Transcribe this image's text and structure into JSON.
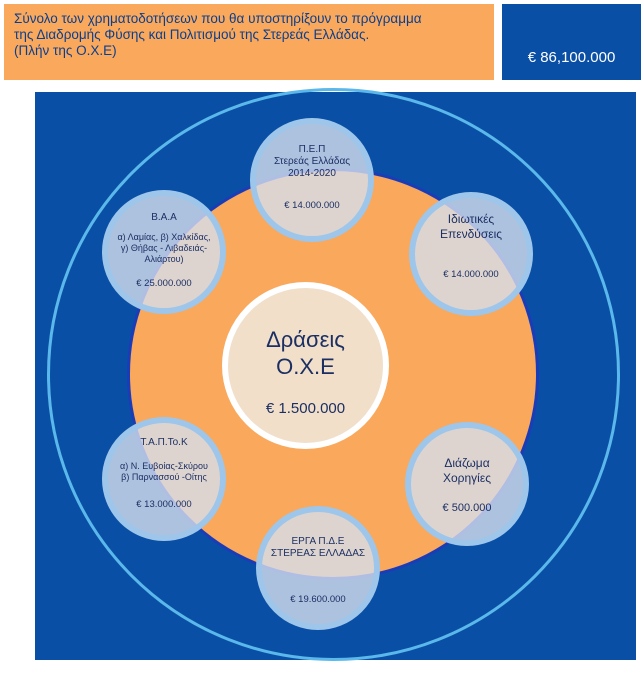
{
  "header": {
    "lines": [
      "Σύνολο των χρηματοδοτήσεων που θα υποστηρίξουν το πρόγραμμα",
      "της Διαδρομής Φύσης και Πολιτισμού της Στερεάς Ελλάδας.",
      "(Πλήν της Ο.Χ.Ε)"
    ],
    "total": "€ 86,100.000"
  },
  "center": {
    "title_line1": "Δράσεις",
    "title_line2": "Ο.Χ.Ε",
    "amount": "€ 1.500.000"
  },
  "nodes": {
    "pep": {
      "line1": "Π.Ε.Π",
      "line2": "Στερεάς Ελλάδας",
      "line3": "2014-2020",
      "amount": "€ 14.000.000"
    },
    "private": {
      "line1": "Ιδιωτικές",
      "line2": "Επενδύσεις",
      "amount": "€ 14.000.000"
    },
    "sponsorship": {
      "line1": "Διάζωμα",
      "line2": "Χορηγίες",
      "amount": "€ 500.000"
    },
    "erga": {
      "line1": "ΕΡΓΑ Π.Δ.Ε",
      "line2": "ΣΤΕΡΕΑΣ ΕΛΛΑΔΑΣ",
      "amount": "€ 19.600.000"
    },
    "tap": {
      "title": "Τ.Α.Π.Το.Κ",
      "line1": "α) Ν. Ευβοίας-Σκύρου",
      "line2": "β) Παρνασσού -Οίτης",
      "amount": "€ 13.000.000"
    },
    "baa": {
      "title": "Β.Α.Α",
      "line1": "α) Λαμίας, β) Χαλκίδας,",
      "line2": "γ) Θήβας - Λιβαδειάς-",
      "line3": "Αλιάρτου)",
      "amount": "€ 25.000.000"
    }
  },
  "colors": {
    "navy": "#0a4fa6",
    "orange": "#f9a85c",
    "light_blue_ring": "#5ab8ea"
  }
}
